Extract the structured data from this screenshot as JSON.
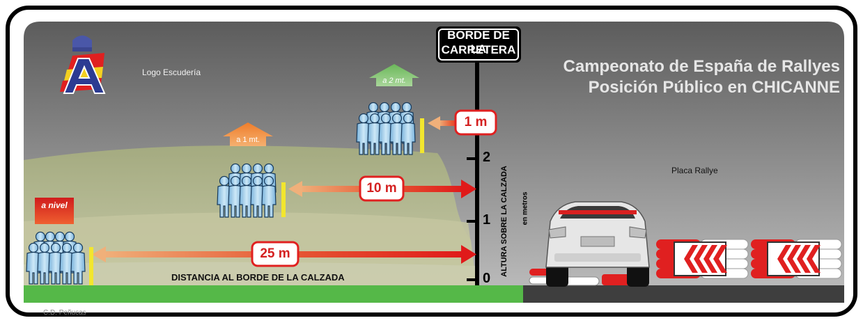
{
  "header": {
    "title_line1": "Campeonato de España de Rallyes",
    "title_line2": "Posición Público en CHICANNE"
  },
  "placeholders": {
    "logo_escuderia": "Logo Escudería",
    "placa_rallye": "Placa Rallye"
  },
  "road_edge_label": {
    "line1": "BORDE DE LA",
    "line2": "CARRETERA"
  },
  "height_scale": {
    "ticks": [
      "0",
      "1",
      "2"
    ],
    "axis_label": "ALTURA SOBRE LA CALZADA",
    "axis_unit": "en metros"
  },
  "zones": [
    {
      "badge": "a nivel",
      "distance": "25 m",
      "height_m": 0
    },
    {
      "badge": "a 1 mt.",
      "distance": "10 m",
      "height_m": 1
    },
    {
      "badge": "a 2 mt.",
      "distance": "1 m",
      "height_m": 2
    }
  ],
  "ground_label": "DISTANCIA AL BORDE DE LA CALZADA",
  "credit": "C.D. Peñucas",
  "colors": {
    "frame": "#000000",
    "sky_top": "#5c5c5c",
    "sky_bottom": "#b9b9b9",
    "grass": "#55b848",
    "arrow_red": "#e02020",
    "badge_red": "#d42020",
    "badge_orange": "#ef7d2a",
    "badge_green": "#6bb85a",
    "person_blue": "#a9d4ef",
    "title_text": "#e6e6e6"
  },
  "icons": [
    "federation-logo",
    "people-group-icon",
    "rally-car",
    "chevron-barrier-icon"
  ]
}
